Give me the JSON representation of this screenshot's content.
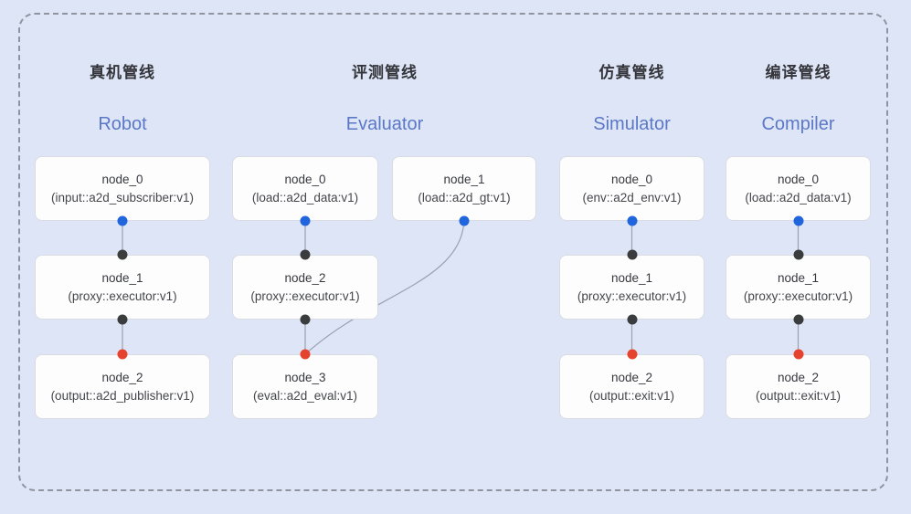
{
  "frame": {
    "style": "dashed-rounded-border"
  },
  "colors": {
    "background": "#dee5f6",
    "frame_border": "#8f94a0",
    "node_background": "#fdfdfe",
    "node_border": "#d9dce3",
    "title_zh": "#34353b",
    "title_en": "#5b78c7",
    "edge": "#9aa2b0",
    "port_output": "#2065dd",
    "port_executor": "#3b3c3e",
    "port_sink": "#e6432e"
  },
  "pipelines": [
    {
      "title_zh": "真机管线",
      "title_en": "Robot",
      "nodes": [
        {
          "name": "node_0",
          "type": "(input::a2d_subscriber:v1)"
        },
        {
          "name": "node_1",
          "type": "(proxy::executor:v1)"
        },
        {
          "name": "node_2",
          "type": "(output::a2d_publisher:v1)"
        }
      ],
      "edges": [
        "node_0->node_1",
        "node_1->node_2"
      ]
    },
    {
      "title_zh": "评测管线",
      "title_en": "Evaluator",
      "nodes": [
        {
          "name": "node_0",
          "type": "(load::a2d_data:v1)"
        },
        {
          "name": "node_1",
          "type": "(load::a2d_gt:v1)"
        },
        {
          "name": "node_2",
          "type": "(proxy::executor:v1)"
        },
        {
          "name": "node_3",
          "type": "(eval::a2d_eval:v1)"
        }
      ],
      "edges": [
        "node_0->node_2",
        "node_1->node_3",
        "node_2->node_3"
      ]
    },
    {
      "title_zh": "仿真管线",
      "title_en": "Simulator",
      "nodes": [
        {
          "name": "node_0",
          "type": "(env::a2d_env:v1)"
        },
        {
          "name": "node_1",
          "type": "(proxy::executor:v1)"
        },
        {
          "name": "node_2",
          "type": "(output::exit:v1)"
        }
      ],
      "edges": [
        "node_0->node_1",
        "node_1->node_2"
      ]
    },
    {
      "title_zh": "编译管线",
      "title_en": "Compiler",
      "nodes": [
        {
          "name": "node_0",
          "type": "(load::a2d_data:v1)"
        },
        {
          "name": "node_1",
          "type": "(proxy::executor:v1)"
        },
        {
          "name": "node_2",
          "type": "(output::exit:v1)"
        }
      ],
      "edges": [
        "node_0->node_1",
        "node_1->node_2"
      ]
    }
  ]
}
